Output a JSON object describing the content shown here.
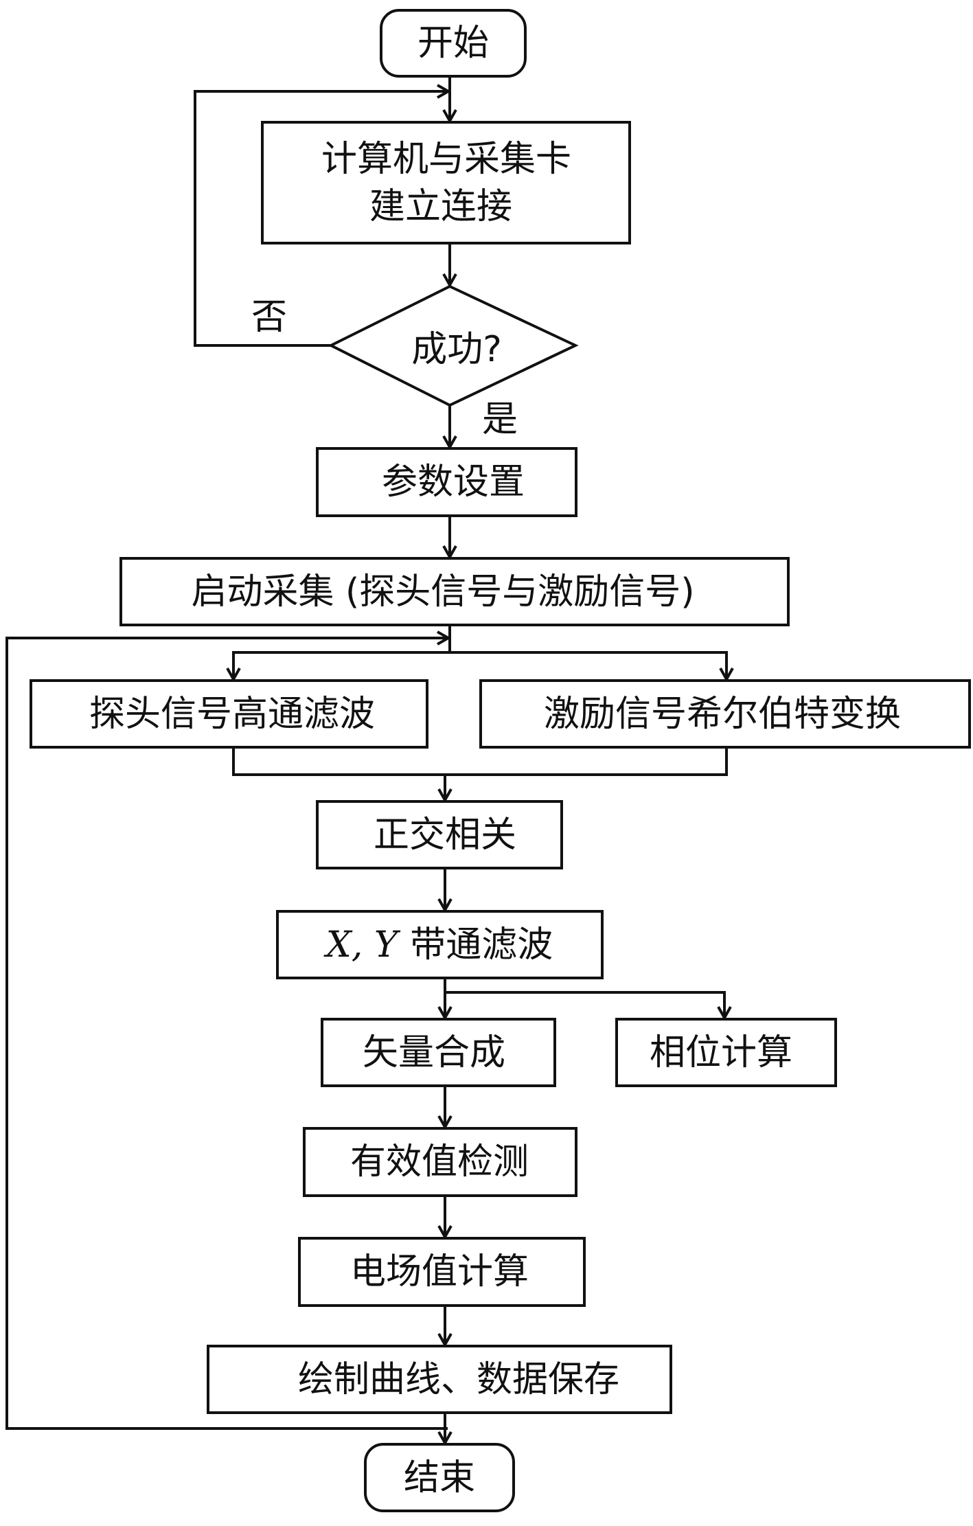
{
  "nodes": {
    "start": "开始",
    "connect_line1": "计算机与采集卡",
    "connect_line2": "建立连接",
    "decision": "成功?",
    "params": "参数设置",
    "acquire": "启动采集 (探头信号与激励信号)",
    "highpass": "探头信号高通滤波",
    "hilbert": "激励信号希尔伯特变换",
    "quadrature": "正交相关",
    "bandpass_vars": "X, Y",
    "bandpass_text": "带通滤波",
    "vector": "矢量合成",
    "phase": "相位计算",
    "rms": "有效值检测",
    "field": "电场值计算",
    "save": "绘制曲线、数据保存",
    "end": "结束"
  },
  "edge_labels": {
    "no": "否",
    "yes": "是"
  }
}
